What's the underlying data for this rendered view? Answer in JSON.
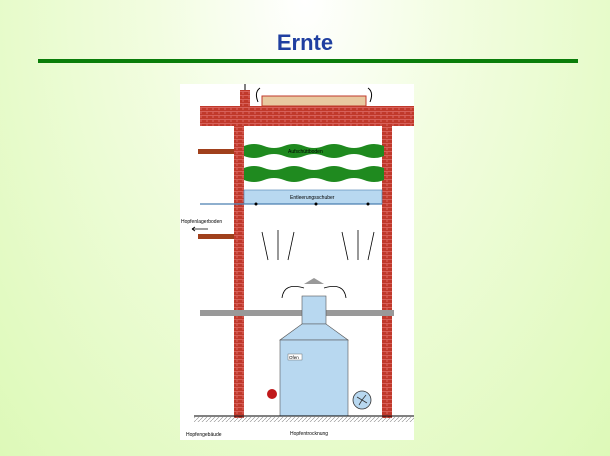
{
  "slide": {
    "title": "Ernte"
  },
  "diagram": {
    "labels": {
      "upper_floor": "Aufschüttboden",
      "unloading": "Entleerungsschuber",
      "storage": "Hopfenlagerboden",
      "oven": "Ofen",
      "building": "Hopfengebäude",
      "caption": "Hopfentrocknung"
    },
    "colors": {
      "brick": "#c0392b",
      "hops": "#1f8a1f",
      "metal": "#b8d8f0",
      "accent": "#0a7d0a",
      "title": "#1f3fa0"
    }
  }
}
